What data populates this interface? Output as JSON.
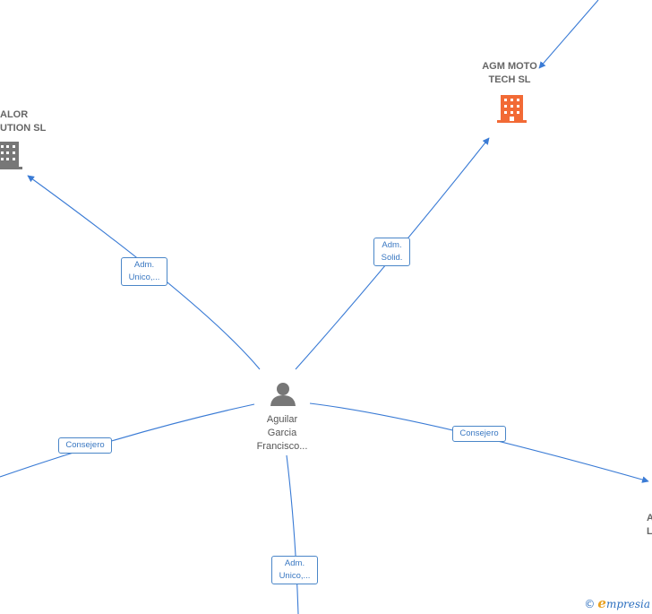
{
  "nodes": {
    "center_person": {
      "name_lines": [
        "Aguilar",
        "Garcia",
        "Francisco..."
      ]
    },
    "company_agm": {
      "name_lines": [
        "AGM MOTO",
        "TECH  SL"
      ],
      "color": "#f26a35"
    },
    "company_left": {
      "name_lines": [
        "ALOR",
        "UTION  SL"
      ],
      "color": "#777777"
    },
    "company_right_partial": {
      "name_lines": [
        "A",
        "L"
      ]
    }
  },
  "edges": {
    "to_agm": {
      "label_lines": [
        "Adm.",
        "Solid."
      ]
    },
    "to_left": {
      "label_lines": [
        "Adm.",
        "Unico,..."
      ]
    },
    "to_far_left": {
      "label_lines": [
        "Consejero"
      ]
    },
    "to_right": {
      "label_lines": [
        "Consejero"
      ]
    },
    "to_bottom": {
      "label_lines": [
        "Adm.",
        "Unico,..."
      ]
    }
  },
  "colors": {
    "edge": "#3a7bd5",
    "person_icon": "#777777"
  },
  "watermark": {
    "copyright": "©",
    "brand_initial": "e",
    "brand_rest": "mpresia"
  }
}
